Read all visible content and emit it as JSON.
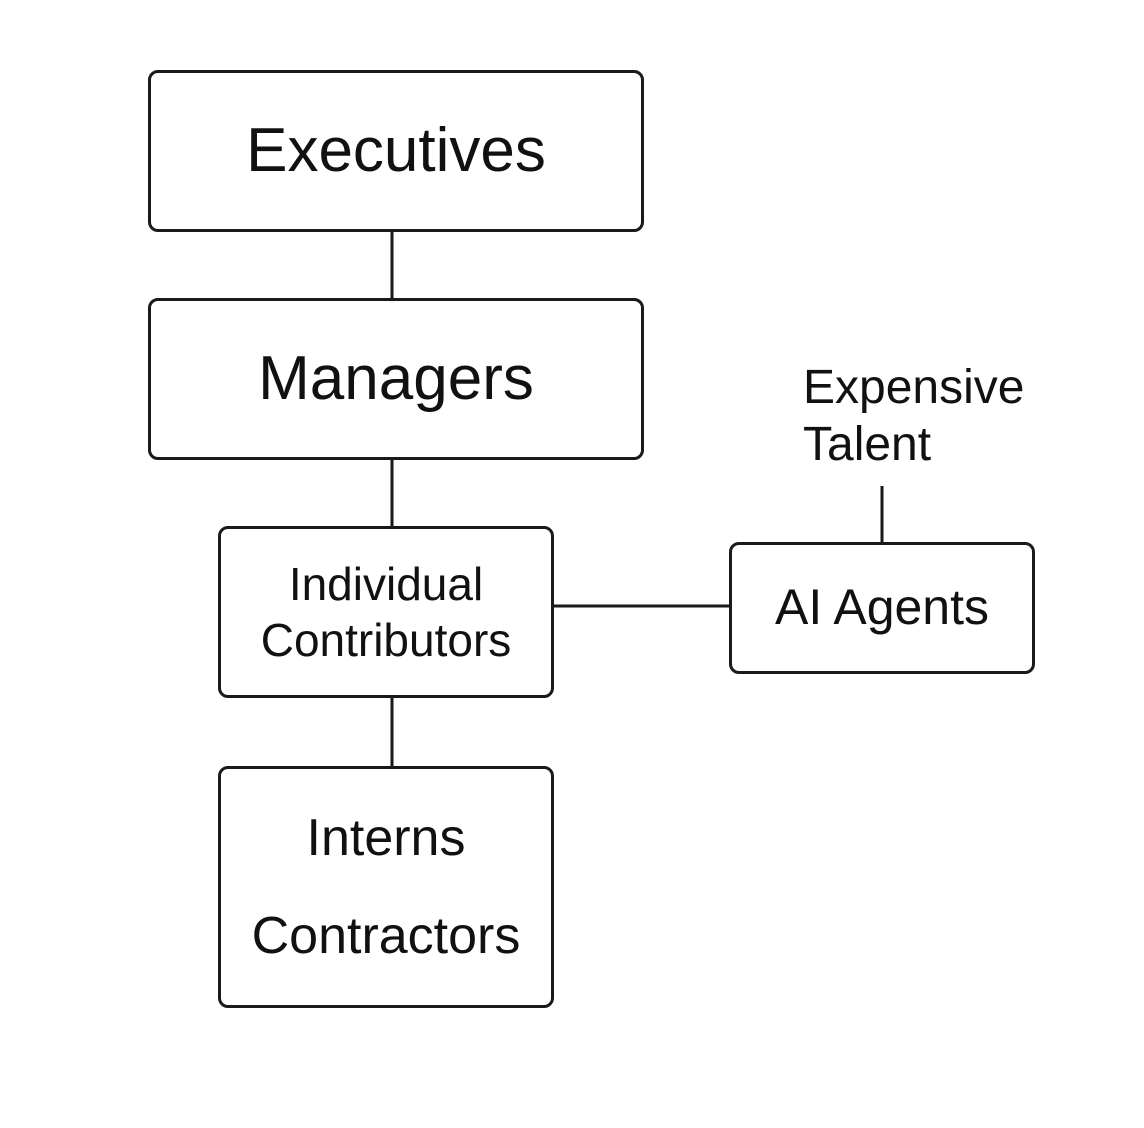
{
  "nodes": {
    "executives": "Executives",
    "managers": "Managers",
    "individual_contributors": [
      "Individual",
      "Contributors"
    ],
    "ai_agents": "AI Agents",
    "interns": "Interns",
    "contractors": "Contractors"
  },
  "annotation": [
    "Expensive",
    "Talent"
  ],
  "colors": {
    "stroke": "#1a1a1a",
    "text": "#111111",
    "background": "#ffffff"
  }
}
